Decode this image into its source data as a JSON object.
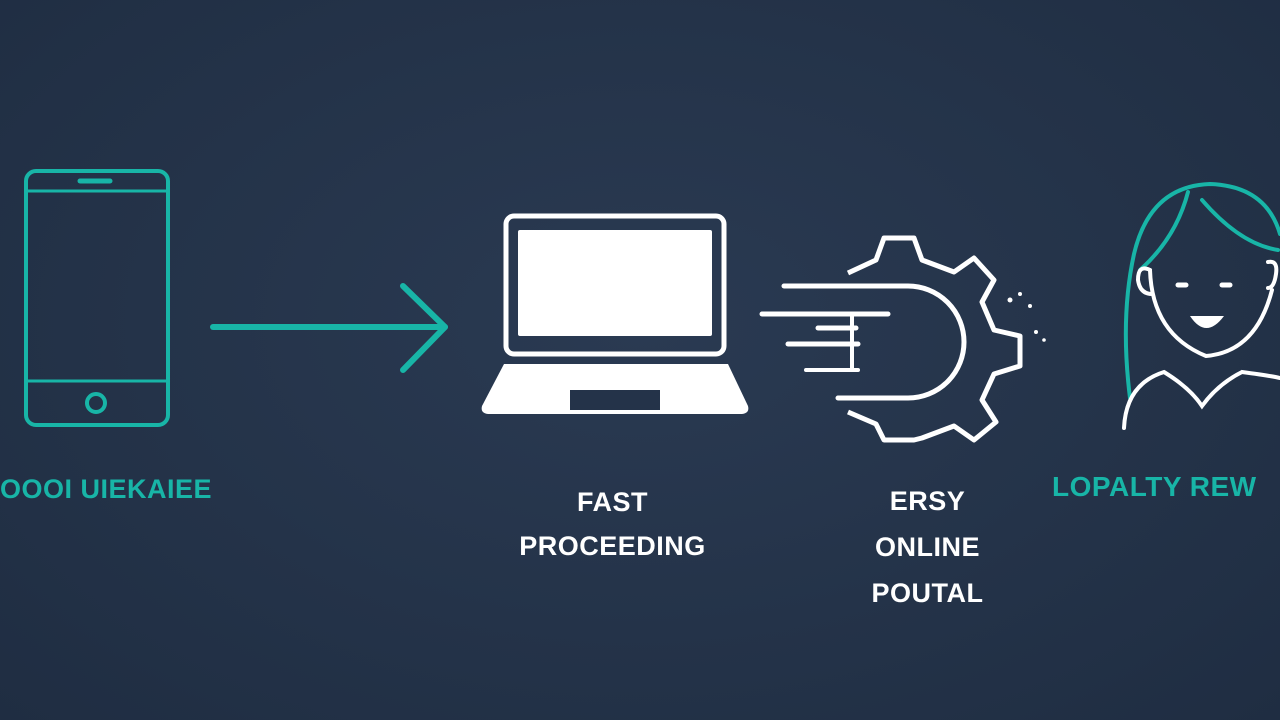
{
  "colors": {
    "background": "#243349",
    "accent": "#18b5a7",
    "foreground": "#ffffff"
  },
  "steps": [
    {
      "icon": "smartphone-icon",
      "label_lines": [
        "OOOI UIEKAIEE"
      ],
      "color": "#18b5a7"
    },
    {
      "icon": "arrow-right-icon"
    },
    {
      "icon": "laptop-icon",
      "label_lines": [
        "FAST",
        "PROCEEDING"
      ],
      "color": "#ffffff"
    },
    {
      "icon": "gear-speed-icon",
      "label_lines": [
        "ERSY",
        "ONLINE",
        "POUTAL"
      ],
      "color": "#ffffff"
    },
    {
      "icon": "person-smiling-icon",
      "label_lines": [
        "LOPALTY REW"
      ],
      "color": "#18b5a7"
    }
  ]
}
